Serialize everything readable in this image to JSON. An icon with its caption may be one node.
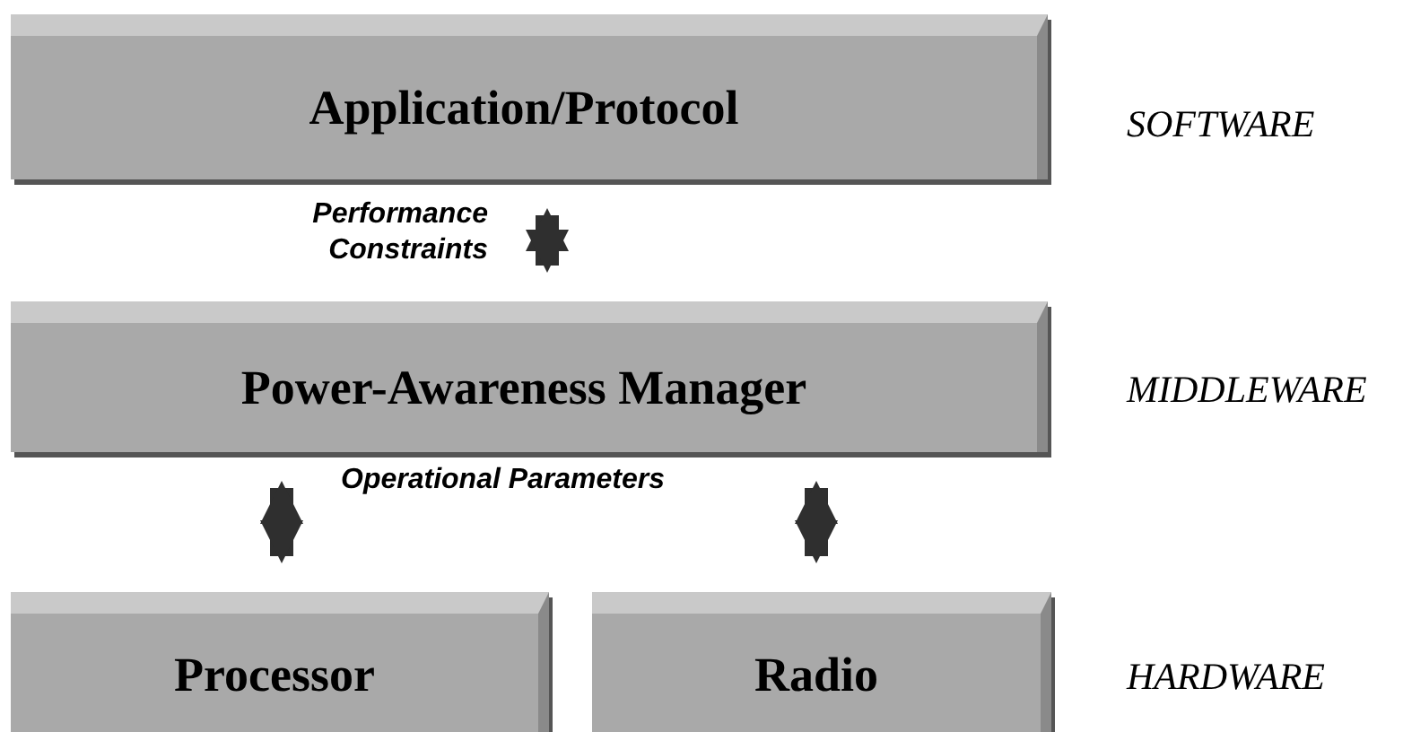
{
  "diagram": {
    "nodes": [
      {
        "text": [
          "Application/Protocol"
        ]
      },
      {
        "text": [
          "Power-Awareness Manager"
        ]
      },
      {
        "text": [
          "Processor"
        ]
      },
      {
        "text": [
          "Radio"
        ]
      }
    ],
    "edges": [
      {
        "from": 0,
        "to": 1,
        "arrow": "both",
        "label": "Performance Constraints"
      },
      {
        "from": 1,
        "to": 2,
        "arrow": "both",
        "label": "Operational Parameters"
      },
      {
        "from": 1,
        "to": 3,
        "arrow": "both"
      }
    ],
    "labels": [
      "SOFTWARE",
      "MIDDLEWARE",
      "HARDWARE"
    ]
  }
}
